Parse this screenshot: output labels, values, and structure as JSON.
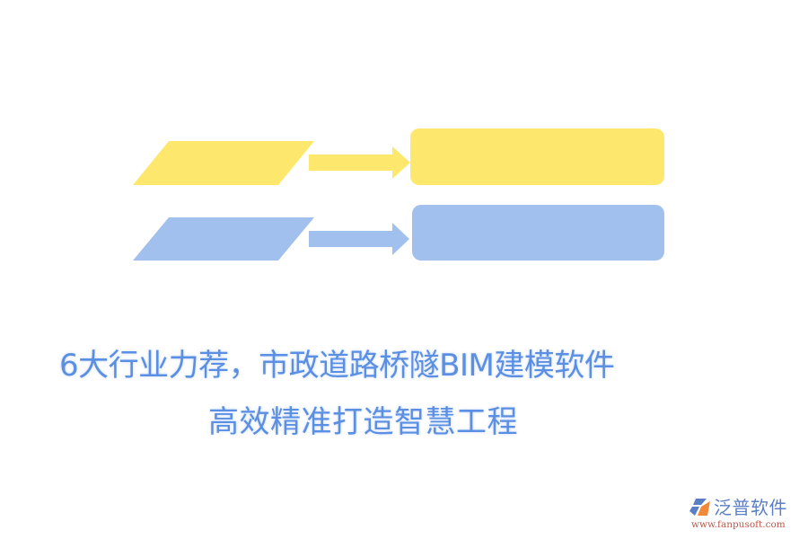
{
  "colors": {
    "background": "#ffffff",
    "yellow": "#fde76c",
    "blue": "#a1c0ee",
    "headline_text": "#5b8fe3",
    "logo_blue": "#5a7fc6",
    "logo_orange": "#f08a3a",
    "logo_url": "#c0574a"
  },
  "diagram": {
    "rows": [
      {
        "color": "yellow",
        "parallelogram_label": "",
        "arrow": "right-arrow",
        "box_label": ""
      },
      {
        "color": "blue",
        "parallelogram_label": "",
        "arrow": "right-arrow",
        "box_label": ""
      }
    ]
  },
  "headline": {
    "line1": "6大行业力荐，市政道路桥隧BIM建模软件",
    "line2": "高效精准打造智慧工程"
  },
  "logo": {
    "icon": "fanpu-logo-icon",
    "name": "泛普软件",
    "url": "www.fanpusoft.com"
  }
}
